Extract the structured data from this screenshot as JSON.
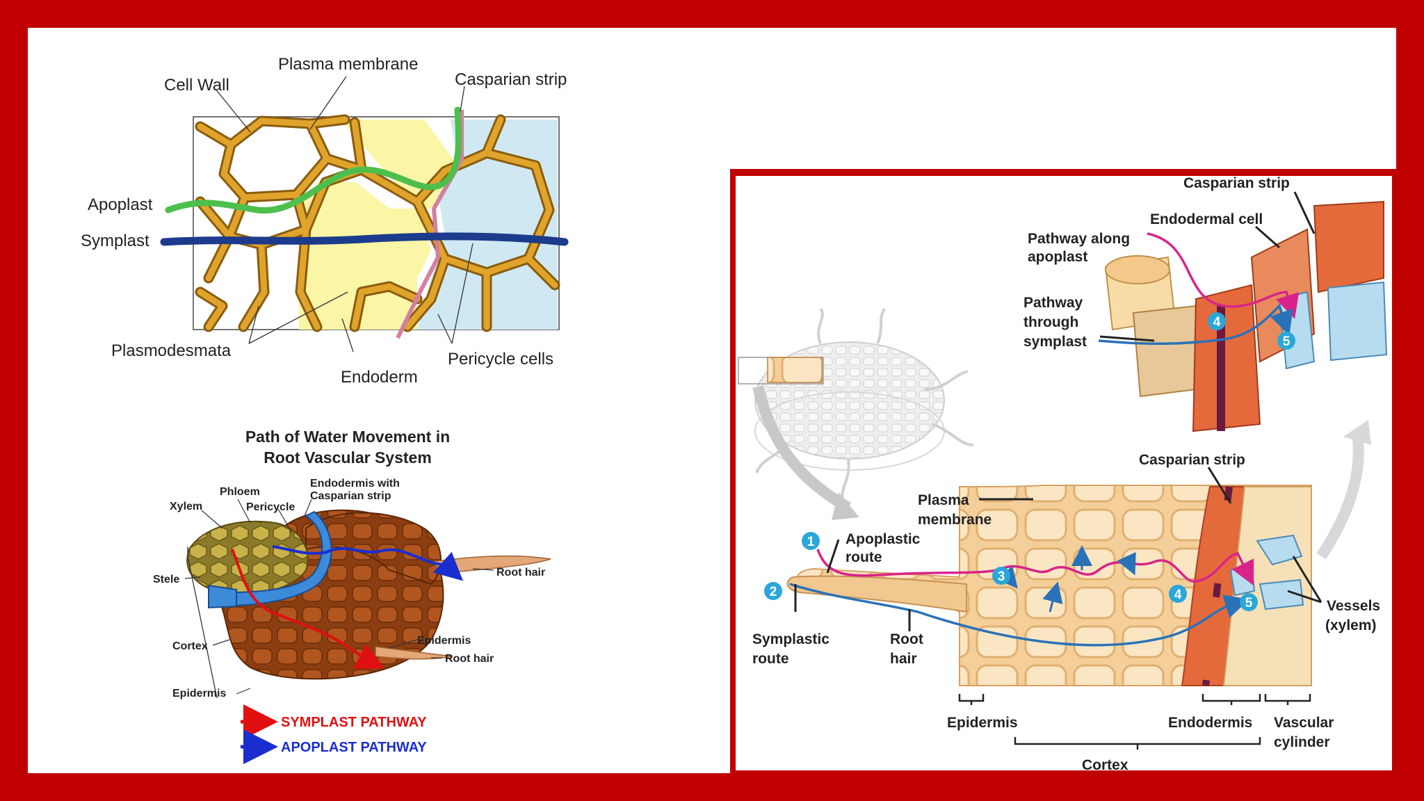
{
  "colors": {
    "frame": "#c00000",
    "cell_wall": "#d89a22",
    "cell_wall_stroke": "#8a5c0e",
    "endoderm_fill": "#fbf5a6",
    "pericycle_fill": "#cfe8f2",
    "apoplast_line": "#4cbf4c",
    "symplast_line": "#1c3b8c",
    "casparian_line": "#d47fa0",
    "symplast_pathway": "#e01010",
    "apoplast_pathway": "#1a2ed0",
    "apoplastic_route": "#d8248a",
    "symplastic_route": "#2a72b8",
    "marker": "#2aa7d8"
  },
  "top_left": {
    "cell_wall": "Cell Wall",
    "plasma_membrane": "Plasma membrane",
    "casparian_strip": "Casparian strip",
    "apoplast": "Apoplast",
    "symplast": "Symplast",
    "plasmodesmata": "Plasmodesmata",
    "endoderm": "Endoderm",
    "pericycle_cells": "Pericycle cells"
  },
  "bottom_left": {
    "title_line1": "Path of Water Movement in",
    "title_line2": "Root Vascular System",
    "xylem": "Xylem",
    "phloem": "Phloem",
    "pericycle": "Pericycle",
    "endodermis_line1": "Endodermis with",
    "endodermis_line2": "Casparian strip",
    "stele": "Stele",
    "cortex": "Cortex",
    "epidermis_left": "Epidermis",
    "root_hair_top": "Root hair",
    "epidermis": "Epidermis",
    "root_hair_bottom": "Root hair",
    "legend_symplast": "SYMPLAST PATHWAY",
    "legend_apoplast": "APOPLAST PATHWAY"
  },
  "right": {
    "casparian_strip_top": "Casparian strip",
    "endodermal_cell": "Endodermal cell",
    "pathway_apoplast_line1": "Pathway along",
    "pathway_apoplast_line2": "apoplast",
    "pathway_symplast_line1": "Pathway",
    "pathway_symplast_line2": "through",
    "pathway_symplast_line3": "symplast",
    "casparian_strip_mid": "Casparian strip",
    "plasma_membrane_line1": "Plasma",
    "plasma_membrane_line2": "membrane",
    "apoplastic_route_line1": "Apoplastic",
    "apoplastic_route_line2": "route",
    "symplastic_route_line1": "Symplastic",
    "symplastic_route_line2": "route",
    "root_hair_line1": "Root",
    "root_hair_line2": "hair",
    "vessels_line1": "Vessels",
    "vessels_line2": "(xylem)",
    "epidermis": "Epidermis",
    "endodermis": "Endodermis",
    "vascular_line1": "Vascular",
    "vascular_line2": "cylinder",
    "cortex": "Cortex",
    "markers": [
      "1",
      "2",
      "3",
      "4",
      "5"
    ]
  }
}
